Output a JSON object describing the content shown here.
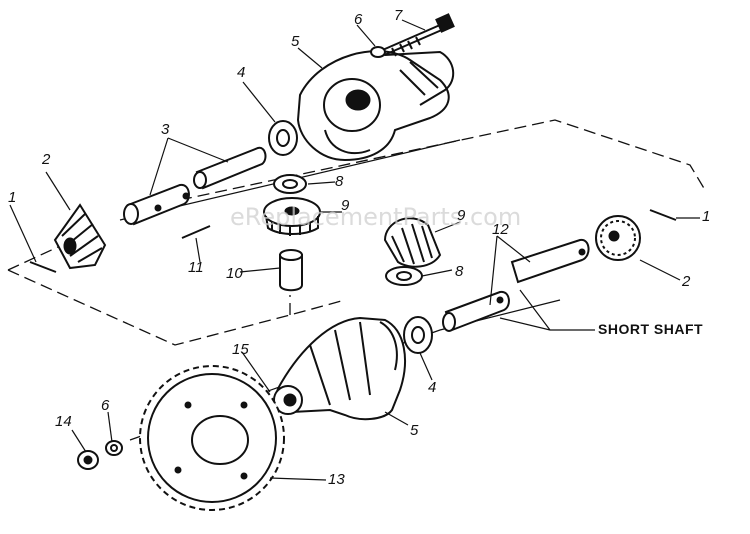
{
  "watermark": "eReplacementParts.com",
  "callout_text": "SHORT SHAFT",
  "part_labels": [
    {
      "id": "p1a",
      "text": "1"
    },
    {
      "id": "p2a",
      "text": "2"
    },
    {
      "id": "p3",
      "text": "3"
    },
    {
      "id": "p4a",
      "text": "4"
    },
    {
      "id": "p5a",
      "text": "5"
    },
    {
      "id": "p6a",
      "text": "6"
    },
    {
      "id": "p7",
      "text": "7"
    },
    {
      "id": "p8a",
      "text": "8"
    },
    {
      "id": "p9a",
      "text": "9"
    },
    {
      "id": "p9b",
      "text": "9"
    },
    {
      "id": "p10",
      "text": "10"
    },
    {
      "id": "p11",
      "text": "11"
    },
    {
      "id": "p12",
      "text": "12"
    },
    {
      "id": "p8b",
      "text": "8"
    },
    {
      "id": "p1b",
      "text": "1"
    },
    {
      "id": "p2b",
      "text": "2"
    },
    {
      "id": "p4b",
      "text": "4"
    },
    {
      "id": "p15",
      "text": "15"
    },
    {
      "id": "p5b",
      "text": "5"
    },
    {
      "id": "p14",
      "text": "14"
    },
    {
      "id": "p6b",
      "text": "6"
    },
    {
      "id": "p13",
      "text": "13"
    }
  ]
}
